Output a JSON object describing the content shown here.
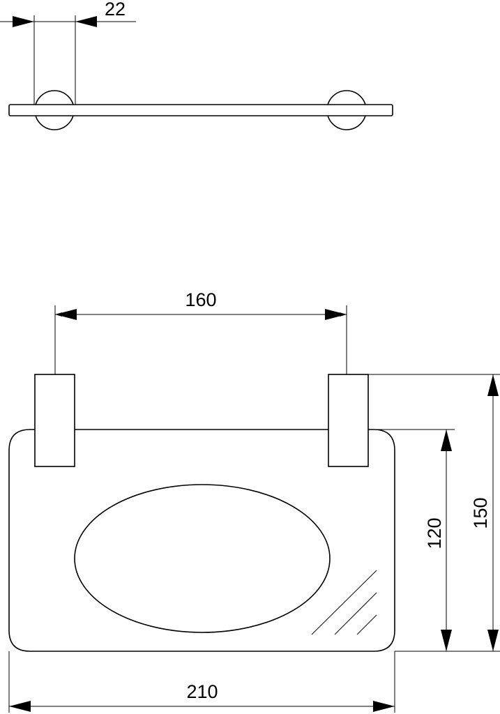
{
  "drawing": {
    "top_view": {
      "dimension_bracket_width": "22"
    },
    "front_view": {
      "dimension_bracket_spacing": "160",
      "dimension_plate_height": "120",
      "dimension_total_height": "150",
      "dimension_plate_width": "210"
    }
  },
  "colors": {
    "line": "#000000",
    "background": "#ffffff"
  }
}
